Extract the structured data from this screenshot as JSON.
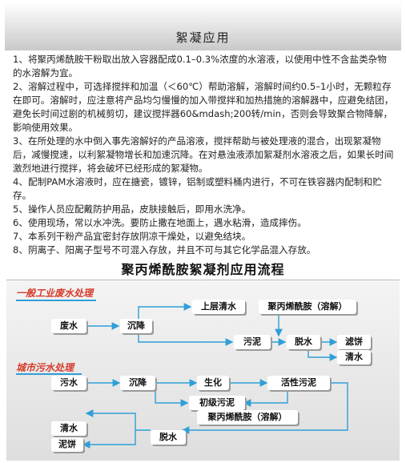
{
  "title": "絮凝应用",
  "items": [
    "1、将聚丙烯酰胺干粉取出放入容器配成0.1–0.3%浓度的水溶液，以使用中性不含盐类杂物的水溶解为宜。",
    "2、溶解过程中，可选择搅拌和加温（＜60℃）帮助溶解，溶解时间约0.5–1小时，无颗粒存在即可。溶解时，应注意将产品均匀慢慢的加入带搅拌和加热措施的溶解器中，应避免结团，避免长时间过剧的机械剪切，建议搅拌器60&mdash;200转/min，否则会导致聚合物降解，影响使用效果。",
    "3、在所处理的水中倒入事先溶解好的产品溶液，搅拌帮助与被处理液的混合，出现絮凝物后，减慢搅速，以利絮凝物增长和加速沉降。在对悬浊液添加絮凝剂水溶液之后，如果长时间激烈地进行搅拌，将会破坏已经形成的絮凝物。",
    "4、配制PAM水溶液时，应在搪瓷，镀锌，铝制或塑料桶内进行，不可在铁容器内配制和贮存。",
    "5、操作人员应配戴防护用品，皮肤接触后，即用水洗净。",
    "6、使用现场，常以水冲洗。要防止撒在地面上，遇水粘滑，造成摔伤。",
    "7、本系列干粉产品宜密封存放阴凉干燥处，以避免结块。",
    "8、阴离子、阳离子型号不可混入存放，并且不可与其它化学品混入存放。"
  ],
  "flow": {
    "title": "聚丙烯酰胺絮凝剂应用流程",
    "industrial": {
      "label": "一般工业废水处理",
      "wastewater": "废水",
      "settling": "沉降",
      "supernatant": "上层清水",
      "pam": "聚丙烯酰胺（溶解）",
      "sludge": "污泥",
      "dewatering": "脱水",
      "filter_cake": "滤饼",
      "clear_water": "清水"
    },
    "municipal": {
      "label": "城市污水处理",
      "sewage": "污水",
      "settling": "沉降",
      "biochem": "生化",
      "activated_sludge": "活性污泥",
      "primary_sludge": "初级污泥",
      "pam": "聚丙烯酰胺（溶解）",
      "clear_water": "清水",
      "dewatering": "脱水",
      "mud_cake": "泥饼"
    }
  },
  "colors": {
    "arrow": "#2f9fd8",
    "section_label": "#d63a2a"
  }
}
